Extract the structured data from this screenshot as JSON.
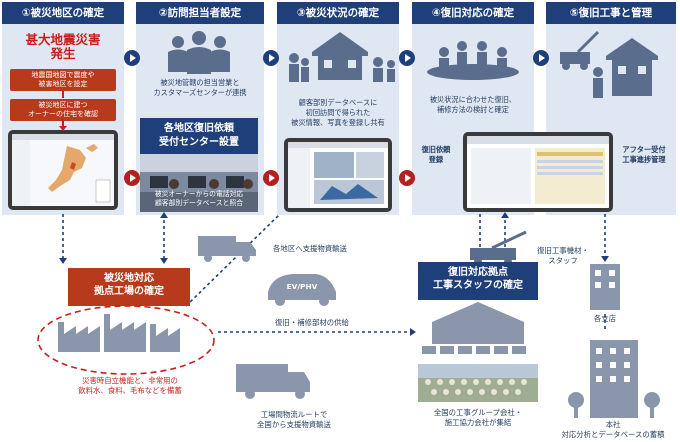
{
  "steps": [
    {
      "label": "①被災地区の確定"
    },
    {
      "label": "②訪問担当者設定"
    },
    {
      "label": "③被災状況の確定"
    },
    {
      "label": "④復旧対応の確定"
    },
    {
      "label": "⑤復旧工事と管理"
    }
  ],
  "step1": {
    "headline_1": "甚大地震災害",
    "headline_2": "発生",
    "box1_line1": "地震国地図で震度や",
    "box1_line2": "被害地区を設定",
    "box2_line1": "被災地区に建つ",
    "box2_line2": "オーナーの住宅を確認"
  },
  "step2": {
    "desc_line1": "被災地管轄の担当営業と",
    "desc_line2": "カスタマーズセンターが連携",
    "center_title_line1": "各地区復旧依頼",
    "center_title_line2": "受付センター設置",
    "photo_caption_line1": "被災オーナーからの電話対応",
    "photo_caption_line2": "顧客部別データベースと照合"
  },
  "step3": {
    "desc_line1": "顧客部別データベースに",
    "desc_line2": "初回訪問で得られた",
    "desc_line3": "被災情報、写真を登録し共有"
  },
  "step4": {
    "desc_line1": "被災状況に合わせた復旧、",
    "desc_line2": "補修方法の検討と確定",
    "screen_label_line1": "復旧依頼",
    "screen_label_line2": "登録"
  },
  "step5": {
    "screen_label_line1": "アフター受付",
    "screen_label_line2": "工事進捗管理"
  },
  "bottom": {
    "factory_title_line1": "被災地対応",
    "factory_title_line2": "拠点工場の確定",
    "factory_note_line1": "災害時自立機能と、非常用の",
    "factory_note_line2": "飲料水、食料、毛布などを備蓄",
    "truck_label_top": "各地区へ支援物資輸送",
    "ev_label": "EV/PHV",
    "supply_label": "復旧・補修部材の供給",
    "truck_label_bottom_line1": "工場間物流ルートで",
    "truck_label_bottom_line2": "全国から支援物資輸送",
    "base_title_line1": "復旧対応拠点",
    "base_title_line2": "工事スタッフの確定",
    "crane_label_line1": "復旧工事機材・",
    "crane_label_line2": "スタッフ",
    "team_caption_line1": "全国の工事グループ会社・",
    "team_caption_line2": "施工協力会社が集結",
    "branch_label": "各支店",
    "hq_label_line1": "本社",
    "hq_label_line2": "対応分析とデータベースの蓄積"
  },
  "colors": {
    "navy": "#1f3f7a",
    "panel_bg": "#dfe7f2",
    "red": "#b83a1c",
    "red_text": "#c81e1e",
    "building": "#8a96ab"
  }
}
